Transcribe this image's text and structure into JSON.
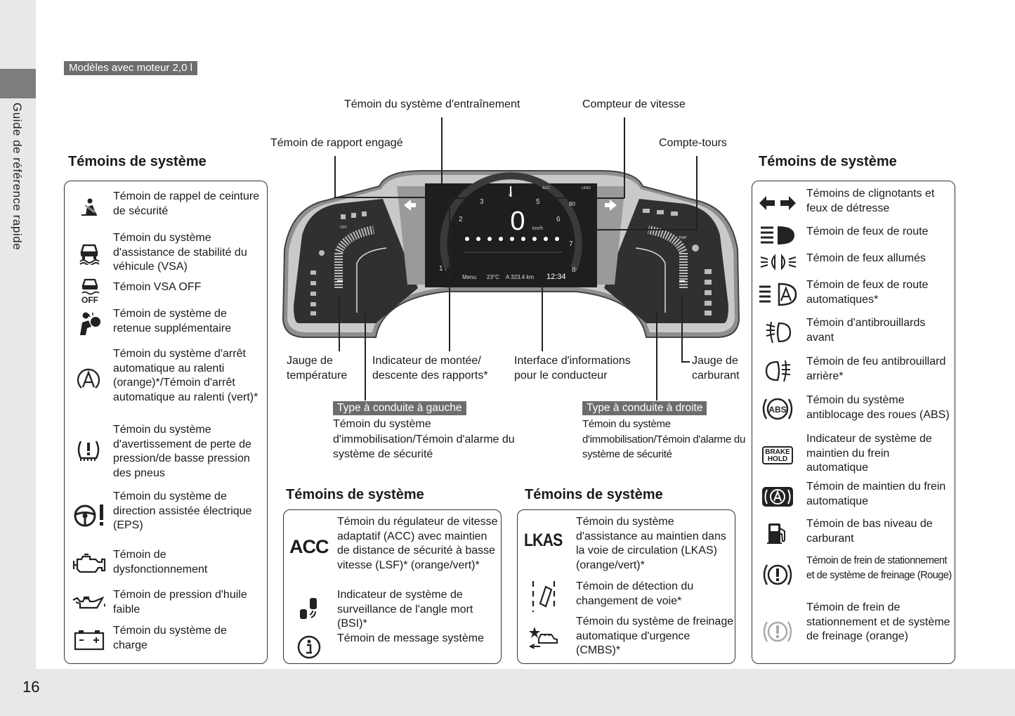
{
  "side_title": "Guide de référence rapide",
  "page_number": "16",
  "model_label": "Modèles avec moteur 2,0 l",
  "left_panel": {
    "title": "Témoins de système",
    "items": [
      {
        "icon": "seatbelt-icon",
        "text": "Témoin de rappel de ceinture de sécurité"
      },
      {
        "icon": "vsa-icon",
        "text": "Témoin du système d'assistance de stabilité du véhicule (VSA)"
      },
      {
        "icon": "vsa-off-icon",
        "icon_text": "OFF",
        "text": "Témoin VSA OFF"
      },
      {
        "icon": "airbag-icon",
        "text": "Témoin de système de retenue supplémentaire"
      },
      {
        "icon": "auto-idle-stop-icon",
        "text": "Témoin du système d'arrêt automatique au ralenti (orange)*/Témoin d'arrêt automatique au ralenti (vert)*"
      },
      {
        "icon": "tire-pressure-icon",
        "text": "Témoin du système d'avertissement de perte de pression/de basse pression des pneus"
      },
      {
        "icon": "eps-icon",
        "text": "Témoin du système de direction assistée électrique (EPS)"
      },
      {
        "icon": "engine-icon",
        "text": "Témoin de dysfonctionnement"
      },
      {
        "icon": "oil-icon",
        "text": "Témoin de pression d'huile faible"
      },
      {
        "icon": "battery-icon",
        "text": "Témoin du système de charge"
      }
    ]
  },
  "right_panel": {
    "title": "Témoins de système",
    "items": [
      {
        "icon": "turn-signal-icon",
        "text": "Témoins de clignotants et feux de détresse"
      },
      {
        "icon": "high-beam-icon",
        "text": "Témoin de feux de route"
      },
      {
        "icon": "lights-on-icon",
        "text": "Témoin de feux allumés"
      },
      {
        "icon": "auto-high-beam-icon",
        "text": "Témoin de feux de route automatiques*"
      },
      {
        "icon": "front-fog-icon",
        "text": "Témoin d'antibrouillards avant"
      },
      {
        "icon": "rear-fog-icon",
        "text": "Témoin de feu antibrouillard arrière*"
      },
      {
        "icon": "abs-icon",
        "icon_text": "ABS",
        "text": "Témoin du système antiblocage des roues (ABS)"
      },
      {
        "icon": "brake-hold-icon",
        "icon_text": "BRAKE HOLD",
        "text": "Indicateur de système de maintien du frein automatique"
      },
      {
        "icon": "brake-hold-active-icon",
        "text": "Témoin de maintien du frein automatique"
      },
      {
        "icon": "fuel-icon",
        "text": "Témoin de bas niveau de carburant"
      },
      {
        "icon": "parking-brake-red-icon",
        "text": "Témoin de frein de stationnement et de système de freinage (Rouge)"
      },
      {
        "icon": "parking-brake-orange-icon",
        "text": "Témoin de frein de stationnement et de système de freinage (orange)"
      }
    ]
  },
  "bottom_left_panel": {
    "title": "Témoins de système",
    "items": [
      {
        "icon": "acc-icon",
        "icon_text": "ACC",
        "text": "Témoin du régulateur de vitesse adaptatif (ACC) avec maintien de distance de sécurité à basse vitesse (LSF)* (orange/vert)*"
      },
      {
        "icon": "bsi-icon",
        "text": "Indicateur de système de surveillance de l'angle mort (BSI)*"
      },
      {
        "icon": "info-icon",
        "text": "Témoin de message système"
      }
    ]
  },
  "bottom_right_panel": {
    "title": "Témoins de système",
    "items": [
      {
        "icon": "lkas-icon",
        "icon_text": "LKAS",
        "text": "Témoin du système d'assistance au maintien dans la voie de circulation (LKAS) (orange/vert)*"
      },
      {
        "icon": "lane-departure-icon",
        "text": "Témoin de détection du changement de voie*"
      },
      {
        "icon": "cmbs-icon",
        "text": "Témoin du système de freinage automatique d'urgence (CMBS)*"
      }
    ]
  },
  "callouts": {
    "drive_system": "Témoin du système d'entraînement",
    "speedometer": "Compteur de vitesse",
    "gear_position": "Témoin de rapport engagé",
    "tachometer": "Compte-tours",
    "temp_gauge": "Jauge de température",
    "shift_indicator": "Indicateur de montée/ descente des rapports*",
    "driver_info": "Interface d'informations pour le conducteur",
    "fuel_gauge": "Jauge de carburant"
  },
  "lhd": {
    "tag": "Type à conduite à gauche",
    "text": "Témoin du système d'immobilisation/Témoin d'alarme du système de sécurité"
  },
  "rhd": {
    "tag": "Type à conduite à droite",
    "text": "Témoin du système d'immobilisation/Témoin d'alarme du système de sécurité"
  },
  "cluster": {
    "speed": "0",
    "speed_unit": "km/h",
    "menu": "Menu",
    "temp": "23°C",
    "odometer": "A 323.4 km",
    "clock": "12:34",
    "tach_marks": [
      "1",
      "2",
      "3",
      "4",
      "5",
      "6",
      "7",
      "8"
    ],
    "trip_label": "TRIP",
    "acc_label": "ACC",
    "lkas_label": "LKAS",
    "off_label": "OFF",
    "speed_80": "80"
  },
  "colors": {
    "tag_bg": "#6d6d6d",
    "sidebar_bg": "#e8e8e8",
    "cluster_dark": "#2b2b2b"
  }
}
